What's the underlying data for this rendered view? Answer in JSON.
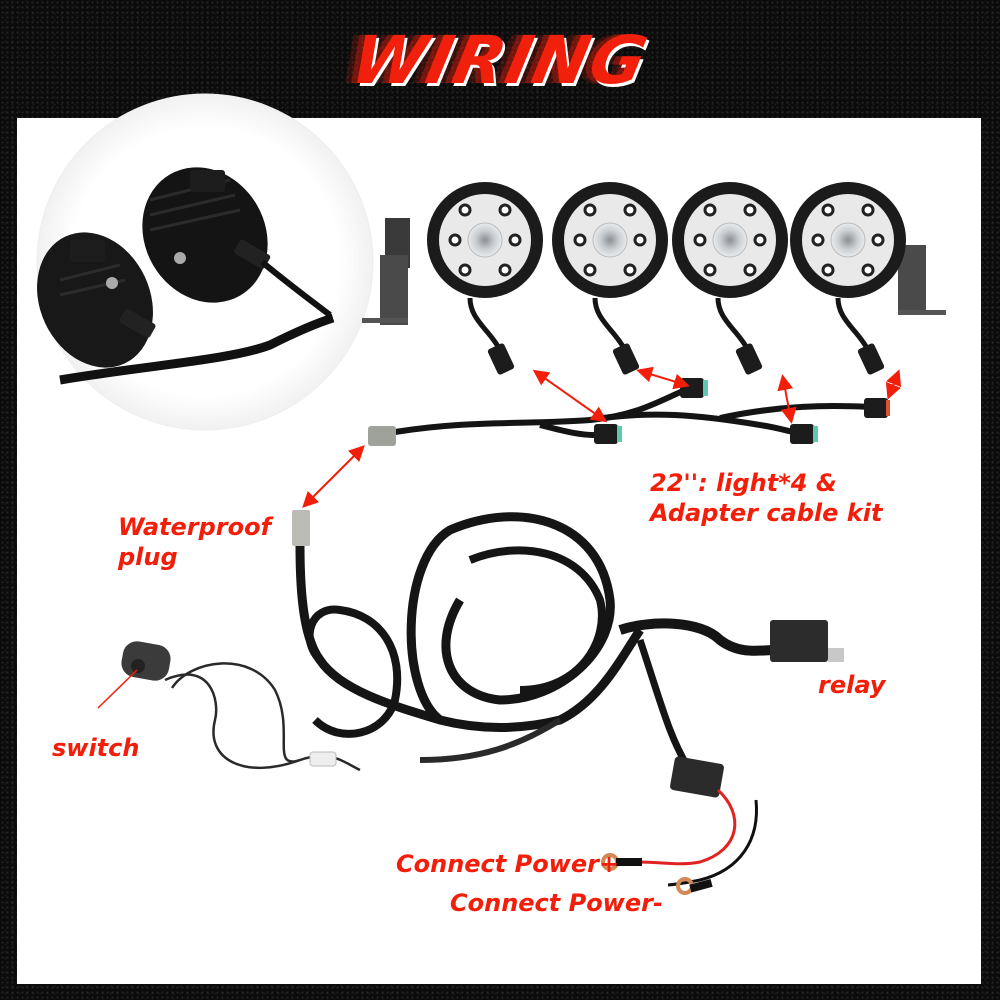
{
  "header": {
    "title": "WIRING"
  },
  "colors": {
    "accent": "#f21e0a",
    "background": "#0b0b0b",
    "panel": "#ffffff",
    "cable": "#111111",
    "connector_tip": "#5fc9b0"
  },
  "product": {
    "light_count": 4,
    "icons": [
      "light-pod-icon",
      "mount-bracket-icon",
      "y-splitter-cable-icon",
      "waterproof-plug-icon",
      "main-harness-icon",
      "rocker-switch-icon",
      "relay-icon",
      "fuse-holder-icon",
      "ring-terminal-icon",
      "pointer-arrow-icon"
    ]
  },
  "labels": {
    "kit": {
      "line1": "22'': light*4 &",
      "line2": "Adapter cable kit"
    },
    "plug": {
      "line1": "Waterproof",
      "line2": "plug"
    },
    "relay": "relay",
    "switch": "switch",
    "power_pos": "Connect Power+",
    "power_neg": "Connect Power-"
  }
}
